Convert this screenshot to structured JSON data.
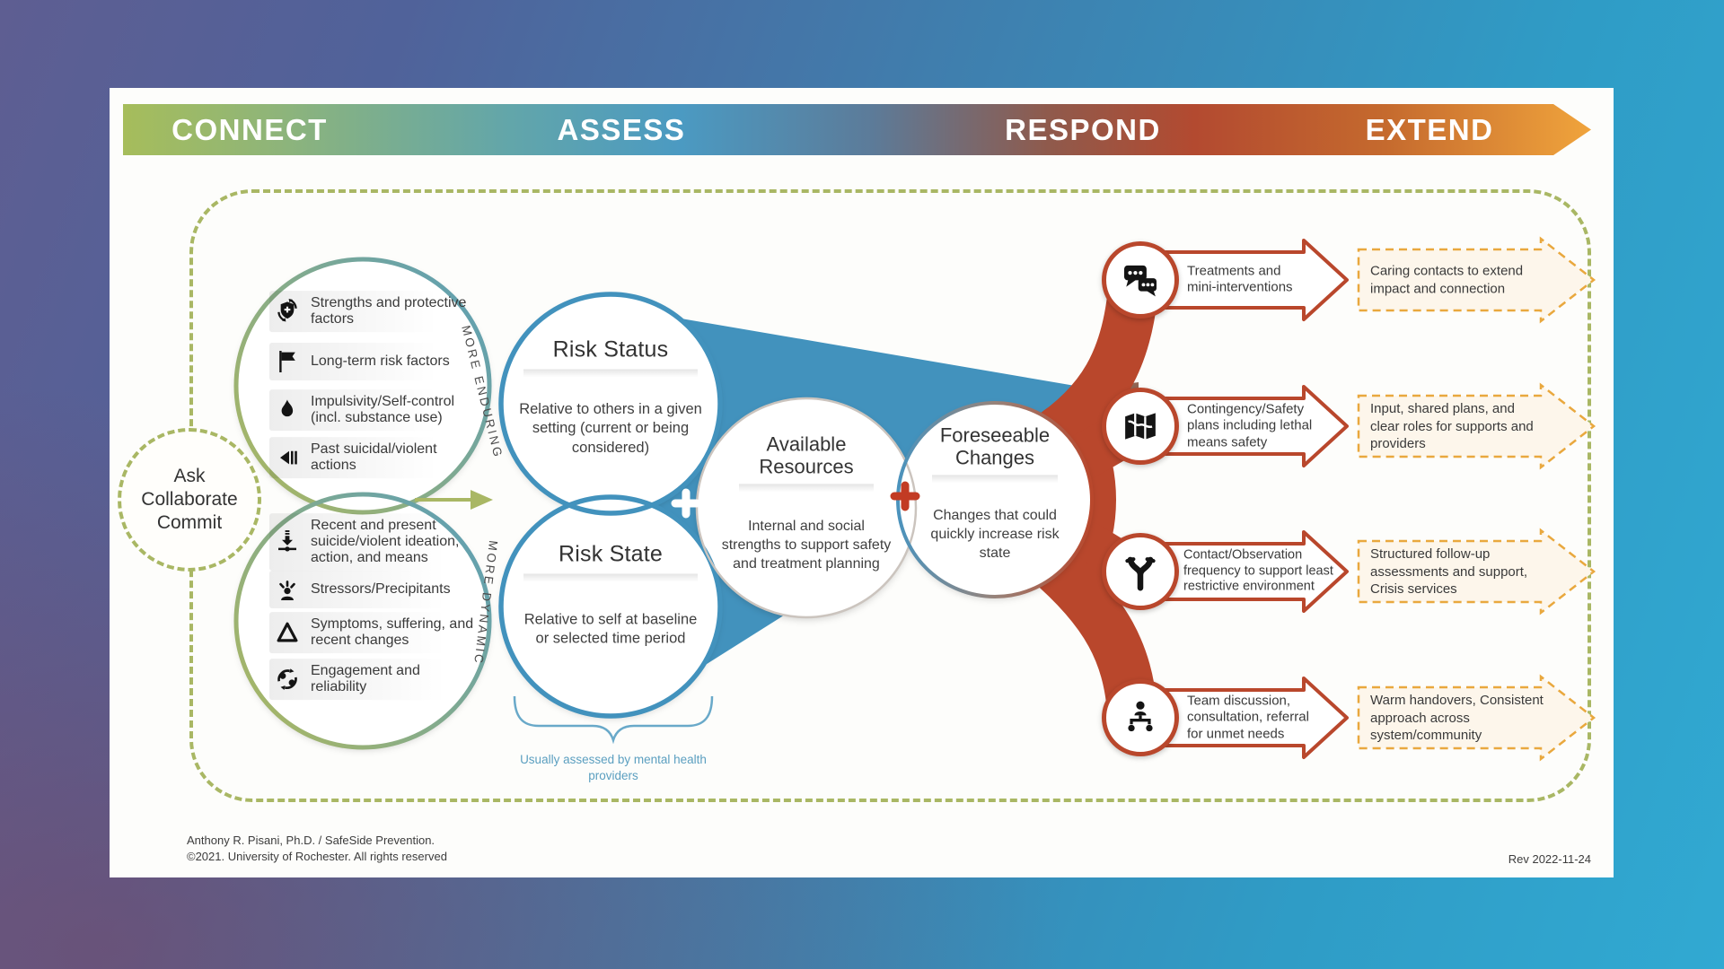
{
  "banner": {
    "phases": [
      {
        "label": "CONNECT"
      },
      {
        "label": "ASSESS"
      },
      {
        "label": "RESPOND"
      },
      {
        "label": "EXTEND"
      }
    ]
  },
  "connect": {
    "ask_circle": {
      "lines": [
        "Ask",
        "Collaborate",
        "Commit"
      ]
    }
  },
  "assess": {
    "enduring": {
      "rotated_label": "MORE ENDURING",
      "items": [
        {
          "icon": "shield-refresh-icon",
          "label": "Strengths and protective factors"
        },
        {
          "icon": "flag-icon",
          "label": "Long-term risk factors"
        },
        {
          "icon": "flame-icon",
          "label": "Impulsivity/Self-control (incl. substance use)"
        },
        {
          "icon": "rewind-icon",
          "label": "Past suicidal/violent actions"
        }
      ]
    },
    "dynamic": {
      "rotated_label": "MORE DYNAMIC",
      "items": [
        {
          "icon": "ideation-arrow-icon",
          "label": "Recent and present suicide/violent ideation, action, and means"
        },
        {
          "icon": "stressed-person-icon",
          "label": "Stressors/Precipitants"
        },
        {
          "icon": "delta-icon",
          "label": "Symptoms, suffering, and recent changes"
        },
        {
          "icon": "engagement-cycle-icon",
          "label": "Engagement and reliability"
        }
      ]
    },
    "risk_status": {
      "title": "Risk Status",
      "description": "Relative to others in a given setting (current or being considered)"
    },
    "risk_state": {
      "title": "Risk State",
      "description": "Relative to self at baseline or selected time period"
    },
    "provider_note": "Usually assessed by mental health providers",
    "available_resources": {
      "title": "Available Resources",
      "description": "Internal and social strengths to support safety and treatment planning"
    },
    "foreseeable_changes": {
      "title": "Foreseeable Changes",
      "description": "Changes that could quickly increase risk state"
    }
  },
  "respond": {
    "rows": [
      {
        "icon": "chat-bubbles-icon",
        "label": "Treatments and mini-interventions"
      },
      {
        "icon": "safety-plan-icon",
        "label": "Contingency/Safety plans including lethal means safety"
      },
      {
        "icon": "route-branch-icon",
        "label": "Contact/Observation frequency to support least restrictive environment"
      },
      {
        "icon": "team-referral-icon",
        "label": "Team discussion, consultation, referral for unmet needs"
      }
    ]
  },
  "extend": {
    "arrows": [
      {
        "label": "Caring contacts to extend impact and connection"
      },
      {
        "label": "Input, shared plans, and clear roles for supports and providers"
      },
      {
        "label": "Structured follow-up assessments and support, Crisis services"
      },
      {
        "label": "Warm handovers, Consistent approach across system/community"
      }
    ]
  },
  "footer": {
    "credit_line_1": "Anthony R. Pisani, Ph.D. / SafeSide Prevention.",
    "credit_line_2": "©2021. University of Rochester. All rights reserved",
    "revision": "Rev 2022-11-24"
  },
  "colors": {
    "olive": "#a9b764",
    "teal": "#5e9fb4",
    "blue": "#4292bd",
    "red": "#b9472c",
    "orange": "#e9a83e",
    "cream": "#fdf6eb",
    "note_blue": "#5b9fc0"
  }
}
